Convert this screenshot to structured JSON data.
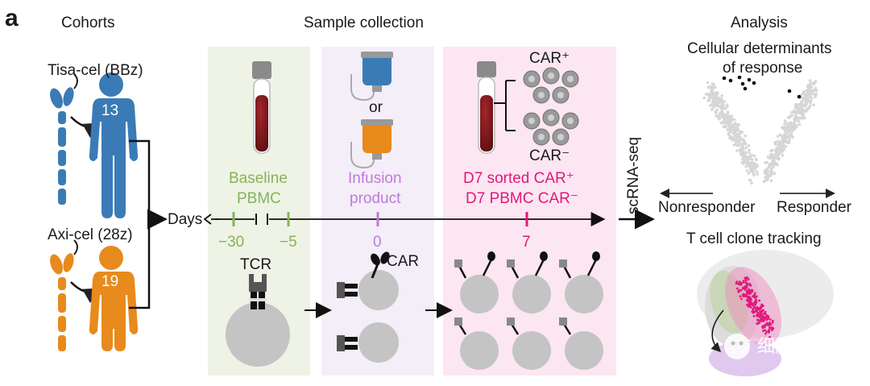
{
  "panel_letter": "a",
  "headers": {
    "cohorts": "Cohorts",
    "sample_collection": "Sample collection",
    "analysis": "Analysis"
  },
  "cohorts": [
    {
      "name": "Tisa-cel (BBz)",
      "count": "13",
      "color": "#3b7bb5"
    },
    {
      "name": "Axi-cel (28z)",
      "count": "19",
      "color": "#e88a1c"
    }
  ],
  "timeline": {
    "label": "Days",
    "ticks": [
      "−30",
      "−5",
      "0",
      "7"
    ]
  },
  "samples": {
    "baseline": {
      "line1": "Baseline",
      "line2": "PBMC",
      "color": "#86b35a",
      "bg": "#eef3e5"
    },
    "infusion": {
      "line1": "Infusion",
      "line2": "product",
      "or": "or",
      "color": "#c07ad6",
      "bg": "#f3eef8"
    },
    "d7": {
      "line1": "D7 sorted CAR⁺",
      "line2": "D7 PBMC CAR⁻",
      "car_pos": "CAR⁺",
      "car_neg": "CAR⁻",
      "color": "#e0197d",
      "bg": "#fbe6f1"
    }
  },
  "receptors": {
    "tcr": "TCR",
    "car": "CAR"
  },
  "seq_label": "scRNA-seq",
  "analysis": {
    "determinants_line1": "Cellular determinants",
    "determinants_line2": "of response",
    "nonresponder": "Nonresponder",
    "responder": "Responder",
    "clone_tracking": "T cell clone tracking"
  },
  "watermark": "细胞知聊"
}
